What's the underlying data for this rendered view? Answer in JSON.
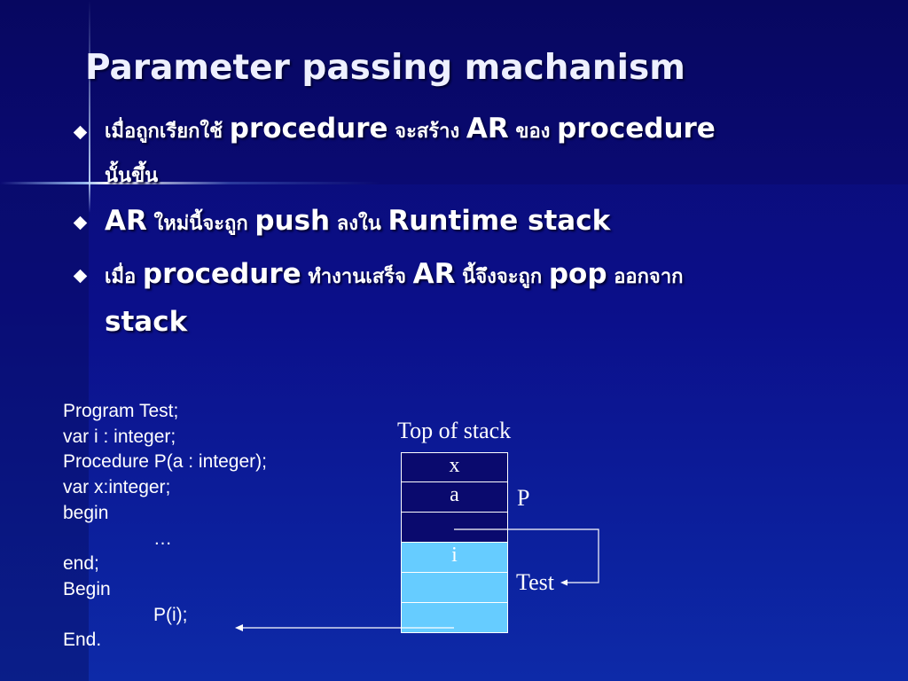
{
  "title": "Parameter passing machanism",
  "bullets": [
    {
      "parts": [
        "เมื่อถูกเรียกใช้ ",
        "procedure",
        " จะสร้าง ",
        "AR",
        " ของ ",
        "procedure"
      ],
      "line2": "นั้นขึ้น"
    },
    {
      "parts": [
        "AR",
        " ใหม่นี้จะถูก ",
        "push",
        " ลงใน ",
        "Runtime stack"
      ]
    },
    {
      "parts": [
        "เมื่อ ",
        "procedure",
        " ทำงานเสร็จ ",
        "AR",
        " นี้จึงจะถูก ",
        "pop",
        " ออกจาก"
      ],
      "line2": "stack"
    }
  ],
  "code_lines": [
    "Program Test;",
    "var i : integer;",
    "Procedure P(a : integer);",
    "var x:integer;",
    "begin",
    "…",
    "end;",
    "Begin",
    "P(i);",
    "End."
  ],
  "stack": {
    "caption": "Top of stack",
    "cells": [
      "x",
      "a",
      "",
      "i",
      "",
      ""
    ],
    "label_p": "P",
    "label_test": "Test"
  }
}
